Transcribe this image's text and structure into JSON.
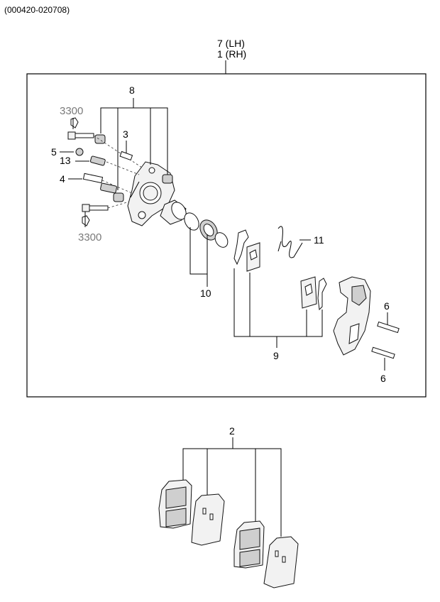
{
  "header": {
    "code": "(000420-020708)"
  },
  "assembly": {
    "label_lh": "7 (LH)",
    "label_rh": "1 (RH)"
  },
  "callouts": {
    "c8": "8",
    "c3": "3",
    "c5": "5",
    "c13": "13",
    "c4": "4",
    "c3300_top": "3300",
    "c3300_bottom": "3300",
    "c10": "10",
    "c11": "11",
    "c9": "9",
    "c6_top": "6",
    "c6_bottom": "6",
    "c2": "2"
  }
}
